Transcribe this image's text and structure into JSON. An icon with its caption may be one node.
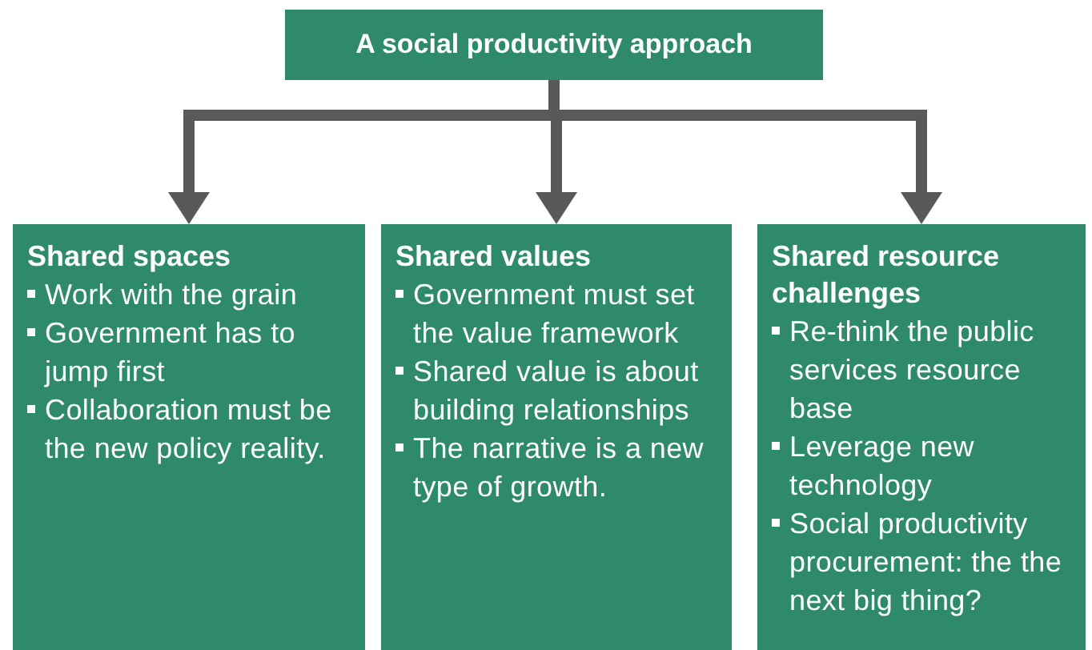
{
  "diagram": {
    "nodes": [
      {
        "text": [
          "A social productivity approach"
        ]
      },
      {
        "text": [
          "Shared spaces",
          "Work with the grain",
          "Government has to jump first",
          "Collaboration must be the new policy reality."
        ]
      },
      {
        "text": [
          "Shared values",
          "Government must set the value framework",
          "Shared value is about building relationships",
          "The narrative is a new type of growth."
        ]
      },
      {
        "text": [
          "Shared resource challenges",
          "Re-think the public services resource base",
          "Leverage new technology",
          "Social productivity procurement: the the next big thing?"
        ]
      }
    ],
    "edges": [
      {
        "from": 0,
        "to": 1,
        "arrow": "to"
      },
      {
        "from": 0,
        "to": 2,
        "arrow": "to"
      },
      {
        "from": 0,
        "to": 3,
        "arrow": "to"
      }
    ]
  }
}
